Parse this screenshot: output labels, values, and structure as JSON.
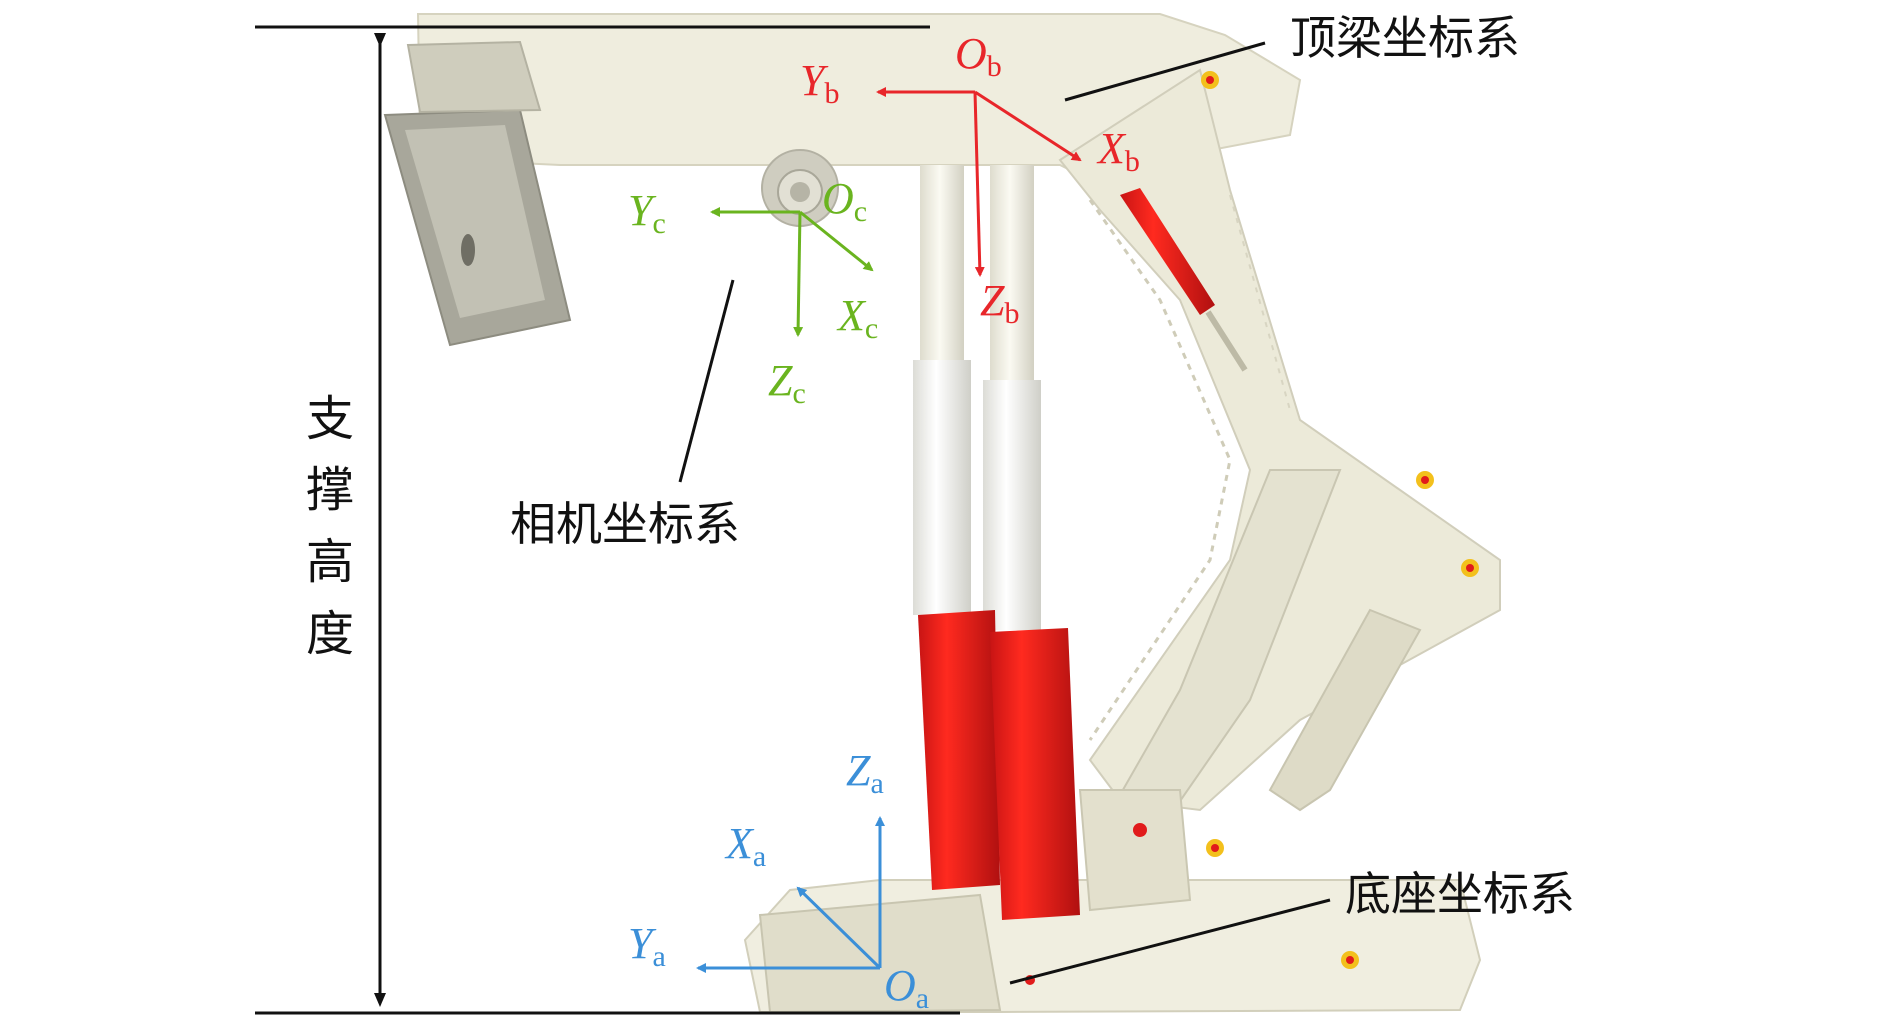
{
  "labels": {
    "canopy_frame": "顶梁坐标系",
    "camera_frame": "相机坐标系",
    "base_frame": "底座坐标系",
    "support_height": [
      "支",
      "撑",
      "高",
      "度"
    ]
  },
  "frames": {
    "b": {
      "origin": {
        "letter": "O",
        "sub": "b"
      },
      "x": {
        "letter": "X",
        "sub": "b"
      },
      "y": {
        "letter": "Y",
        "sub": "b"
      },
      "z": {
        "letter": "Z",
        "sub": "b"
      },
      "color": "#e8262a"
    },
    "c": {
      "origin": {
        "letter": "O",
        "sub": "c"
      },
      "x": {
        "letter": "X",
        "sub": "c"
      },
      "y": {
        "letter": "Y",
        "sub": "c"
      },
      "z": {
        "letter": "Z",
        "sub": "c"
      },
      "color": "#6ab41f"
    },
    "a": {
      "origin": {
        "letter": "O",
        "sub": "a"
      },
      "x": {
        "letter": "X",
        "sub": "a"
      },
      "y": {
        "letter": "Y",
        "sub": "a"
      },
      "z": {
        "letter": "Z",
        "sub": "a"
      },
      "color": "#3b8fd8"
    }
  },
  "colors": {
    "support_body": "#efedde",
    "support_shade": "#d9d6c2",
    "cylinder_red": "#ec1c1c",
    "cylinder_white": "#f7f7f4",
    "rod": "#f2f1e8",
    "leader": "#111111"
  }
}
